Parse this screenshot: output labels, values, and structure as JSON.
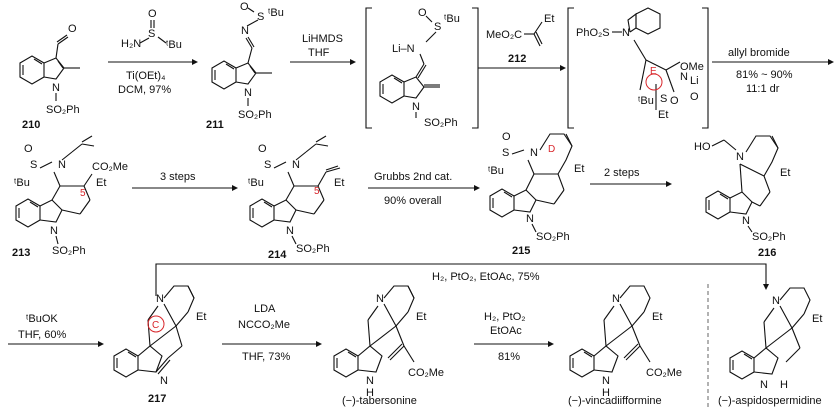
{
  "compounds": {
    "c210": "210",
    "c211": "211",
    "c212": "212",
    "c213": "213",
    "c214": "214",
    "c215": "215",
    "c216": "216",
    "c217": "217",
    "tabersonine": "(−)-tabersonine",
    "vincadiifformine": "(−)-vincadiifformine",
    "aspidospermidine": "(−)-aspidospermidine"
  },
  "reagents": {
    "r1_a": "Ti(OEt)₄",
    "r1_b": "DCM, 97%",
    "r2_a": "LiHMDS",
    "r2_b": "THF",
    "r3_a": "allyl bromide",
    "r3_b": "81% ~ 90%",
    "r3_c": "11:1 dr",
    "r4_a": "3 steps",
    "r5_a": "Grubbs 2nd cat.",
    "r5_b": "90% overall",
    "r6_a": "2 steps",
    "r7_a": "H₂, PtO₂, EtOAc, 75%",
    "r8_a": "ᵗBuOK",
    "r8_b": "THF, 60%",
    "r9_a": "LDA",
    "r9_b": "NCCO₂Me",
    "r9_c": "THF, 73%",
    "r10_a": "H₂, PtO₂",
    "r10_b": "EtOAc",
    "r10_c": "81%"
  },
  "atoms": {
    "O": "O",
    "S": "S",
    "N": "N",
    "H2N": "H₂N",
    "tBu": "ᵗBu",
    "SO2Ph": "SO₂Ph",
    "PhO2S": "PhO₂S",
    "Li": "Li",
    "LiN": "Li–N",
    "MeO2C": "MeO₂C",
    "Et": "Et",
    "OMe": "OMe",
    "CO2Me": "CO₂Me",
    "HO": "HO",
    "H": "H",
    "NH": "N",
    "NH_H": "H"
  },
  "ring_labels": {
    "five": "5",
    "D": "D",
    "C": "C",
    "E": "E"
  }
}
